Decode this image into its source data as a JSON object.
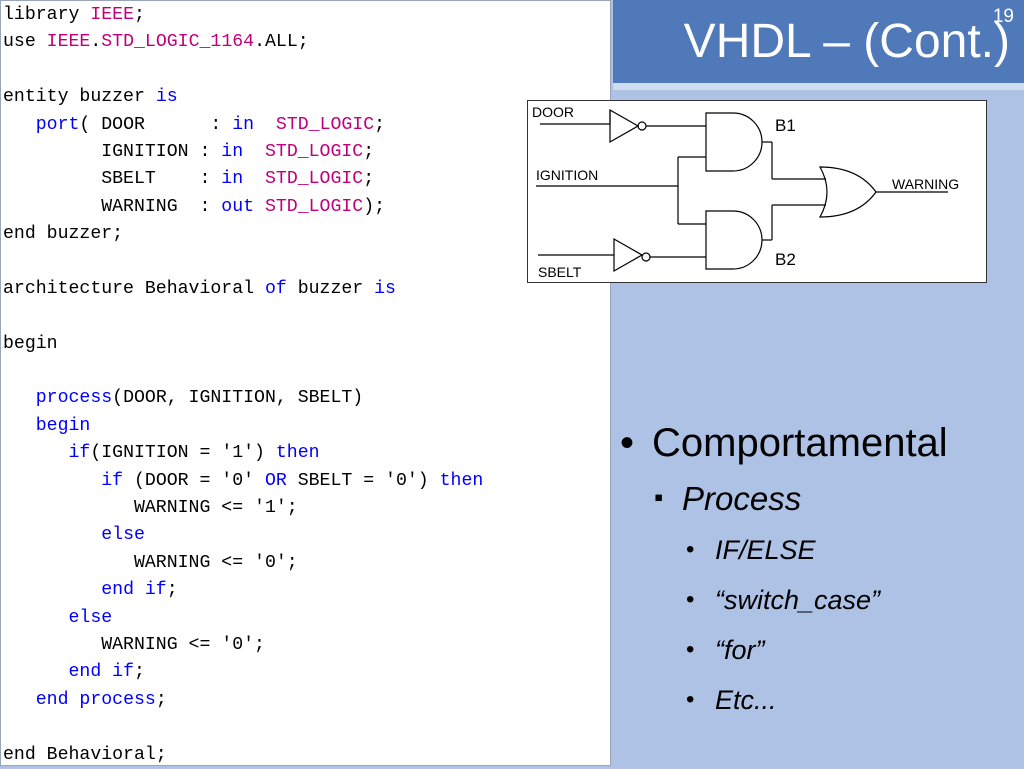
{
  "slide": {
    "title": "VHDL – (Cont.)",
    "number": "19"
  },
  "code_lines": [
    [
      {
        "t": "library ",
        "c": ""
      },
      {
        "t": "IEEE",
        "c": "ty"
      },
      {
        "t": ";",
        "c": ""
      }
    ],
    [
      {
        "t": "use ",
        "c": ""
      },
      {
        "t": "IEEE",
        "c": "ty"
      },
      {
        "t": ".",
        "c": ""
      },
      {
        "t": "STD_LOGIC_1164",
        "c": "ty"
      },
      {
        "t": ".ALL;",
        "c": ""
      }
    ],
    [],
    [
      {
        "t": "entity buzzer ",
        "c": ""
      },
      {
        "t": "is",
        "c": "kw"
      }
    ],
    [
      {
        "t": "   ",
        "c": ""
      },
      {
        "t": "port",
        "c": "kw"
      },
      {
        "t": "( DOOR      : ",
        "c": ""
      },
      {
        "t": "in",
        "c": "kw"
      },
      {
        "t": "  ",
        "c": ""
      },
      {
        "t": "STD_LOGIC",
        "c": "ty"
      },
      {
        "t": ";",
        "c": ""
      }
    ],
    [
      {
        "t": "         IGNITION : ",
        "c": ""
      },
      {
        "t": "in",
        "c": "kw"
      },
      {
        "t": "  ",
        "c": ""
      },
      {
        "t": "STD_LOGIC",
        "c": "ty"
      },
      {
        "t": ";",
        "c": ""
      }
    ],
    [
      {
        "t": "         SBELT    : ",
        "c": ""
      },
      {
        "t": "in",
        "c": "kw"
      },
      {
        "t": "  ",
        "c": ""
      },
      {
        "t": "STD_LOGIC",
        "c": "ty"
      },
      {
        "t": ";",
        "c": ""
      }
    ],
    [
      {
        "t": "         WARNING  : ",
        "c": ""
      },
      {
        "t": "out",
        "c": "kw"
      },
      {
        "t": " ",
        "c": ""
      },
      {
        "t": "STD_LOGIC",
        "c": "ty"
      },
      {
        "t": ");",
        "c": ""
      }
    ],
    [
      {
        "t": "end buzzer;",
        "c": ""
      }
    ],
    [],
    [
      {
        "t": "architecture Behavioral ",
        "c": ""
      },
      {
        "t": "of",
        "c": "kw"
      },
      {
        "t": " buzzer ",
        "c": ""
      },
      {
        "t": "is",
        "c": "kw"
      }
    ],
    [],
    [
      {
        "t": "begin",
        "c": ""
      }
    ],
    [],
    [
      {
        "t": "   ",
        "c": ""
      },
      {
        "t": "process",
        "c": "kw"
      },
      {
        "t": "(DOOR, IGNITION, SBELT)",
        "c": ""
      }
    ],
    [
      {
        "t": "   ",
        "c": ""
      },
      {
        "t": "begin",
        "c": "kw"
      }
    ],
    [
      {
        "t": "      ",
        "c": ""
      },
      {
        "t": "if",
        "c": "kw"
      },
      {
        "t": "(IGNITION = '1') ",
        "c": ""
      },
      {
        "t": "then",
        "c": "kw"
      }
    ],
    [
      {
        "t": "         ",
        "c": ""
      },
      {
        "t": "if",
        "c": "kw"
      },
      {
        "t": " (DOOR = '0' ",
        "c": ""
      },
      {
        "t": "OR",
        "c": "kw"
      },
      {
        "t": " SBELT = '0') ",
        "c": ""
      },
      {
        "t": "then",
        "c": "kw"
      }
    ],
    [
      {
        "t": "            WARNING <= '1';",
        "c": ""
      }
    ],
    [
      {
        "t": "         ",
        "c": ""
      },
      {
        "t": "else",
        "c": "kw"
      }
    ],
    [
      {
        "t": "            WARNING <= '0';",
        "c": ""
      }
    ],
    [
      {
        "t": "         ",
        "c": ""
      },
      {
        "t": "end if",
        "c": "kw"
      },
      {
        "t": ";",
        "c": ""
      }
    ],
    [
      {
        "t": "      ",
        "c": ""
      },
      {
        "t": "else",
        "c": "kw"
      }
    ],
    [
      {
        "t": "         WARNING <= '0';",
        "c": ""
      }
    ],
    [
      {
        "t": "      ",
        "c": ""
      },
      {
        "t": "end if",
        "c": "kw"
      },
      {
        "t": ";",
        "c": ""
      }
    ],
    [
      {
        "t": "   ",
        "c": ""
      },
      {
        "t": "end process",
        "c": "kw"
      },
      {
        "t": ";",
        "c": ""
      }
    ],
    [],
    [
      {
        "t": "end Behavioral;",
        "c": ""
      }
    ]
  ],
  "diagram": {
    "labels": {
      "door": "DOOR",
      "ignition": "IGNITION",
      "sbelt": "SBELT",
      "b1": "B1",
      "b2": "B2",
      "warning": "WARNING"
    }
  },
  "bullets": {
    "level1": "Comportamental",
    "level2": "Process",
    "level3": [
      "IF/ELSE",
      "“switch_case”",
      "“for”",
      "Etc..."
    ]
  },
  "colors": {
    "title_bar": "#4f79b8",
    "background": "#aec2e6",
    "keyword": "#0000ff",
    "type": "#c0007a"
  }
}
